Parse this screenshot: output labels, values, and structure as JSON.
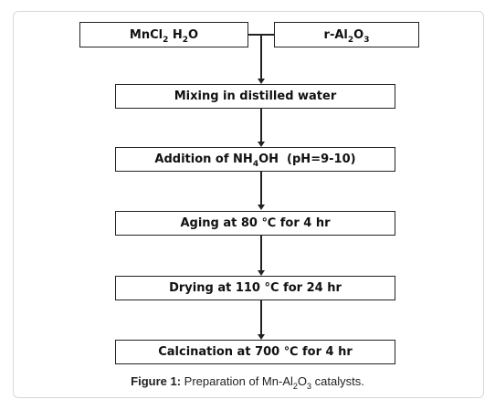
{
  "inputs": {
    "left": {
      "prefix": "MnCl",
      "sub1": "2",
      "middle": " H",
      "sub2": "2",
      "suffix": "O"
    },
    "right": {
      "prefix": "r-Al",
      "sub1": "2",
      "middle": "O",
      "sub2": "3"
    }
  },
  "steps": [
    {
      "text": "Mixing in distilled water"
    },
    {
      "prefix": "Addition of NH",
      "sub": "4",
      "suffix": "OH  (pH=9-10)"
    },
    {
      "text": "Aging at 80 ℃ for 4 hr"
    },
    {
      "text": "Drying at 110 °C for 24 hr"
    },
    {
      "text": "Calcination at 700 ℃ for 4 hr"
    }
  ],
  "caption": {
    "label": "Figure 1:",
    "text_prefix": " Preparation of Mn-Al",
    "sub1": "2",
    "text_mid": "O",
    "sub2": "3",
    "text_suffix": " catalysts."
  }
}
